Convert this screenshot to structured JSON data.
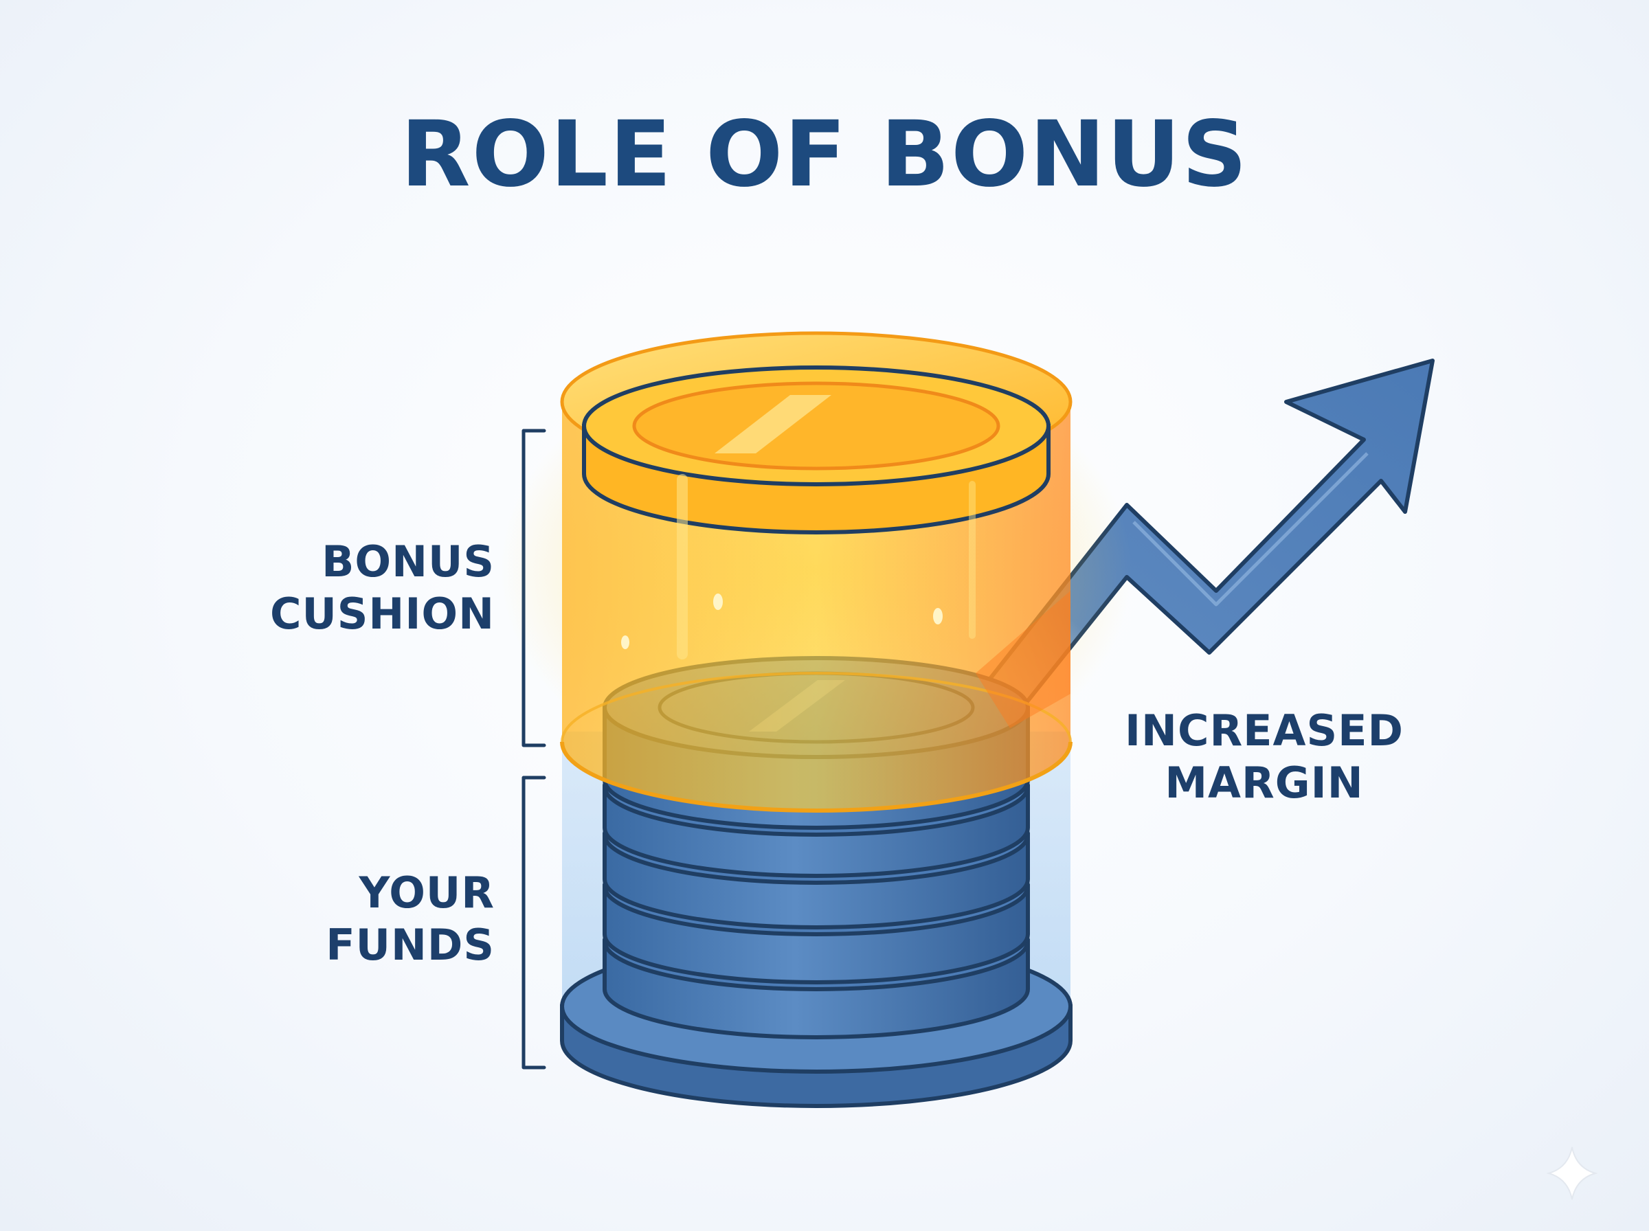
{
  "title": "ROLE OF BONUS",
  "labels": {
    "bonus": [
      "BONUS",
      "CUSHION"
    ],
    "funds": [
      "YOUR",
      "FUNDS"
    ],
    "margin": [
      "INCREASED",
      "MARGIN"
    ]
  },
  "colors": {
    "title": "#1d4a7e",
    "label": "#1d3f6b",
    "outline": "#1f3e63",
    "bonus_gold": "#ffc21f",
    "bonus_orange": "#ff8a1e",
    "funds_blue": "#3f6ea8",
    "arrow_blue": "#4d7cb6"
  },
  "icons": {
    "arrow": "trend-up-arrow-icon",
    "sparkle": "sparkle-icon"
  }
}
